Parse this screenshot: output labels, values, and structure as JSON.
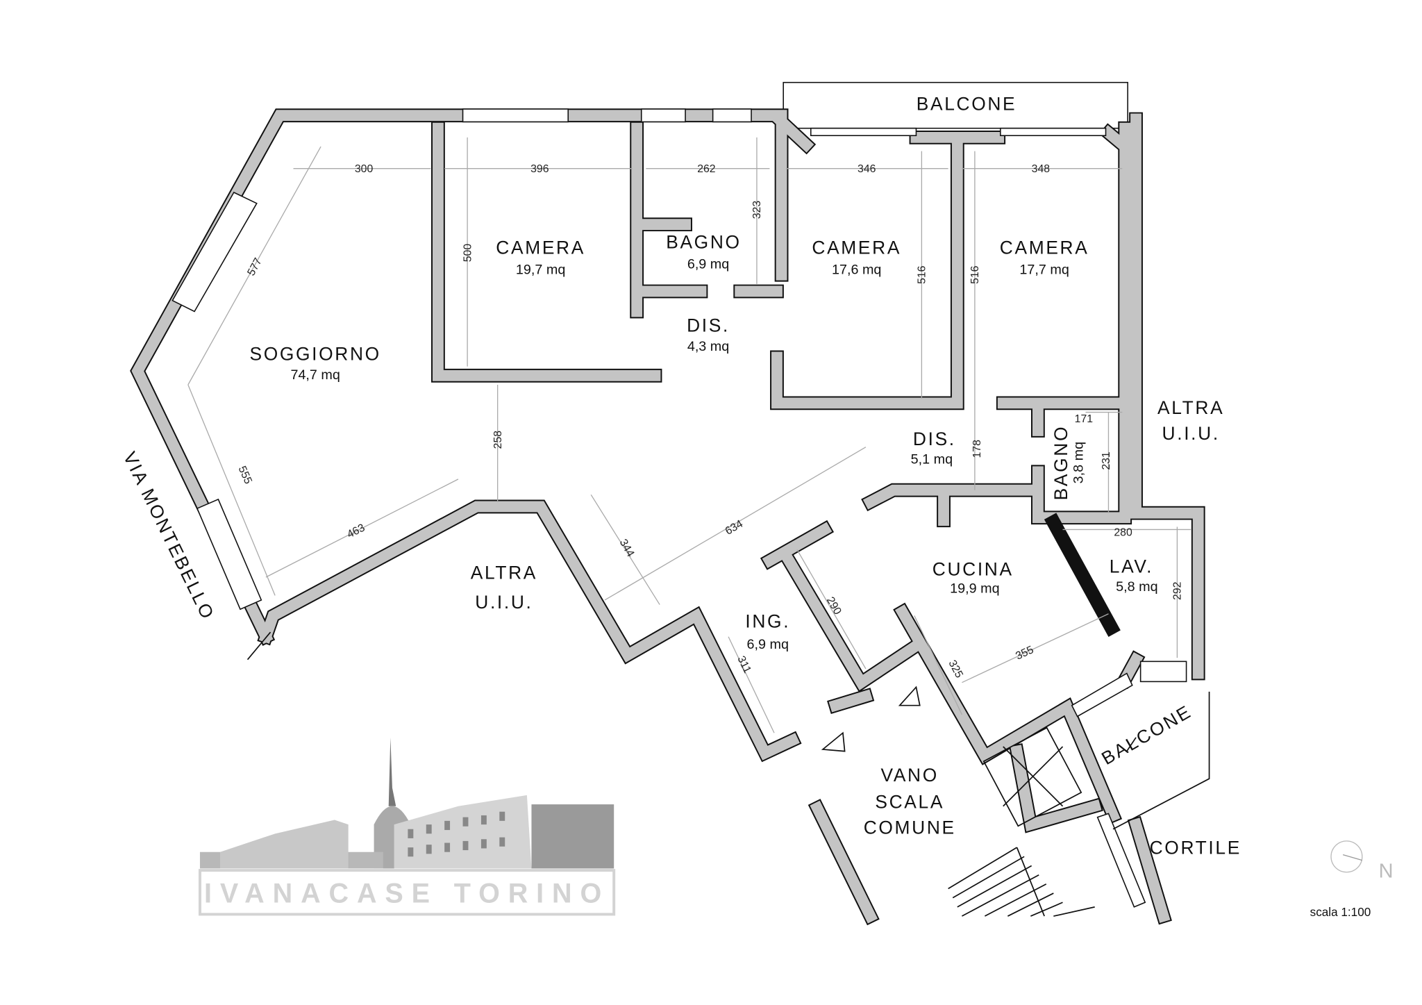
{
  "rooms": [
    {
      "name": "SOGGIORNO",
      "area": "74,7 mq"
    },
    {
      "name": "CAMERA",
      "area": "19,7 mq"
    },
    {
      "name": "BAGNO",
      "area": "6,9 mq"
    },
    {
      "name": "CAMERA",
      "area": "17,6 mq"
    },
    {
      "name": "CAMERA",
      "area": "17,7 mq"
    },
    {
      "name": "DIS.",
      "area": "4,3 mq"
    },
    {
      "name": "DIS.",
      "area": "5,1 mq"
    },
    {
      "name": "BAGNO",
      "area": "3,8 mq"
    },
    {
      "name": "CUCINA",
      "area": "19,9 mq"
    },
    {
      "name": "LAV.",
      "area": "5,8 mq"
    },
    {
      "name": "ING.",
      "area": "6,9 mq"
    }
  ],
  "labels": {
    "balcone_top": "BALCONE",
    "balcone_bottom": "BALCONE",
    "altra_uiu": [
      "ALTRA",
      "U.I.U."
    ],
    "vano_scala": [
      "VANO",
      "SCALA",
      "COMUNE"
    ],
    "cortile": "CORTILE",
    "street": "VIA MONTEBELLO",
    "north": "N",
    "scale": "scala 1:100"
  },
  "dimensions": [
    "300",
    "396",
    "262",
    "346",
    "348",
    "323",
    "500",
    "516",
    "516",
    "577",
    "555",
    "463",
    "258",
    "634",
    "344",
    "178",
    "171",
    "231",
    "280",
    "292",
    "290",
    "311",
    "325",
    "355"
  ],
  "logo": {
    "text": "IVANACASE TORINO"
  }
}
